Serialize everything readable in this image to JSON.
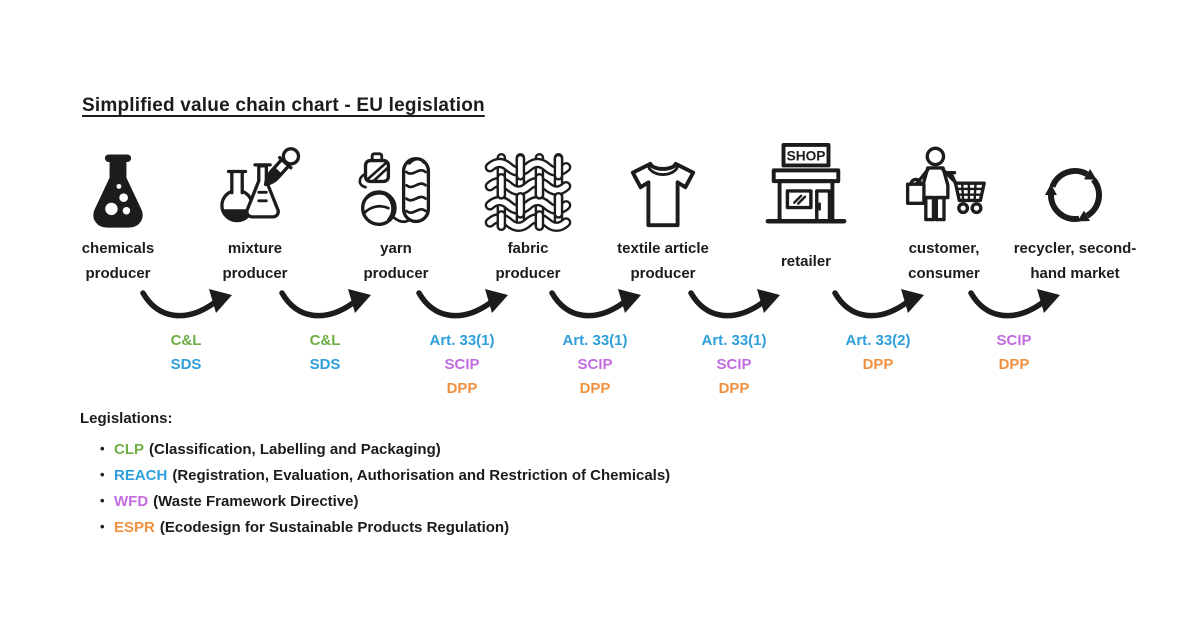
{
  "title": "Simplified value chain chart - EU legislation",
  "colors": {
    "ink": "#1c1c1c",
    "green": "#6FAE45",
    "blue": "#2E9FDB",
    "purple": "#C46BE0",
    "orange": "#F0913F"
  },
  "icons": {
    "bullet": "•"
  },
  "stages": [
    {
      "id": "chemicals-producer",
      "line1": "chemicals",
      "line2": "producer",
      "icon": "chemical-flask-icon"
    },
    {
      "id": "mixture-producer",
      "line1": "mixture",
      "line2": "producer",
      "icon": "mixture-flasks-icon"
    },
    {
      "id": "yarn-producer",
      "line1": "yarn",
      "line2": "producer",
      "icon": "yarn-icon"
    },
    {
      "id": "fabric-producer",
      "line1": "fabric",
      "line2": "producer",
      "icon": "woven-fabric-icon"
    },
    {
      "id": "textile-article-producer",
      "line1": "textile article",
      "line2": "producer",
      "icon": "tshirt-icon"
    },
    {
      "id": "retailer",
      "line1": "retailer",
      "line2": "",
      "icon": "shop-icon",
      "icon_text": "SHOP"
    },
    {
      "id": "customer-consumer",
      "line1": "customer,",
      "line2": "consumer",
      "icon": "shopper-with-cart-icon"
    },
    {
      "id": "recycler-second-hand-market",
      "line1": "recycler, second-",
      "line2": "hand market",
      "icon": "recycle-icon"
    }
  ],
  "transitions": [
    {
      "labels": [
        {
          "text": "C&L",
          "color": "green"
        },
        {
          "text": "SDS",
          "color": "blue"
        }
      ]
    },
    {
      "labels": [
        {
          "text": "C&L",
          "color": "green"
        },
        {
          "text": "SDS",
          "color": "blue"
        }
      ]
    },
    {
      "labels": [
        {
          "text": "Art. 33(1)",
          "color": "blue"
        },
        {
          "text": "SCIP",
          "color": "purple"
        },
        {
          "text": "DPP",
          "color": "orange"
        }
      ]
    },
    {
      "labels": [
        {
          "text": "Art. 33(1)",
          "color": "blue"
        },
        {
          "text": "SCIP",
          "color": "purple"
        },
        {
          "text": "DPP",
          "color": "orange"
        }
      ]
    },
    {
      "labels": [
        {
          "text": "Art. 33(1)",
          "color": "blue"
        },
        {
          "text": "SCIP",
          "color": "purple"
        },
        {
          "text": "DPP",
          "color": "orange"
        }
      ]
    },
    {
      "labels": [
        {
          "text": "Art. 33(2)",
          "color": "blue"
        },
        {
          "text": "DPP",
          "color": "orange"
        }
      ]
    },
    {
      "labels": [
        {
          "text": "SCIP",
          "color": "purple"
        },
        {
          "text": "DPP",
          "color": "orange"
        }
      ]
    }
  ],
  "legend": {
    "heading": "Legislations:",
    "items": [
      {
        "acronym": "CLP",
        "color": "green",
        "description": "(Classification, Labelling and Packaging)"
      },
      {
        "acronym": "REACH",
        "color": "blue",
        "description": "(Registration, Evaluation, Authorisation and Restriction of Chemicals)"
      },
      {
        "acronym": "WFD",
        "color": "purple",
        "description": "(Waste Framework Directive)"
      },
      {
        "acronym": "ESPR",
        "color": "orange",
        "description": "(Ecodesign for Sustainable Products Regulation)"
      }
    ]
  }
}
